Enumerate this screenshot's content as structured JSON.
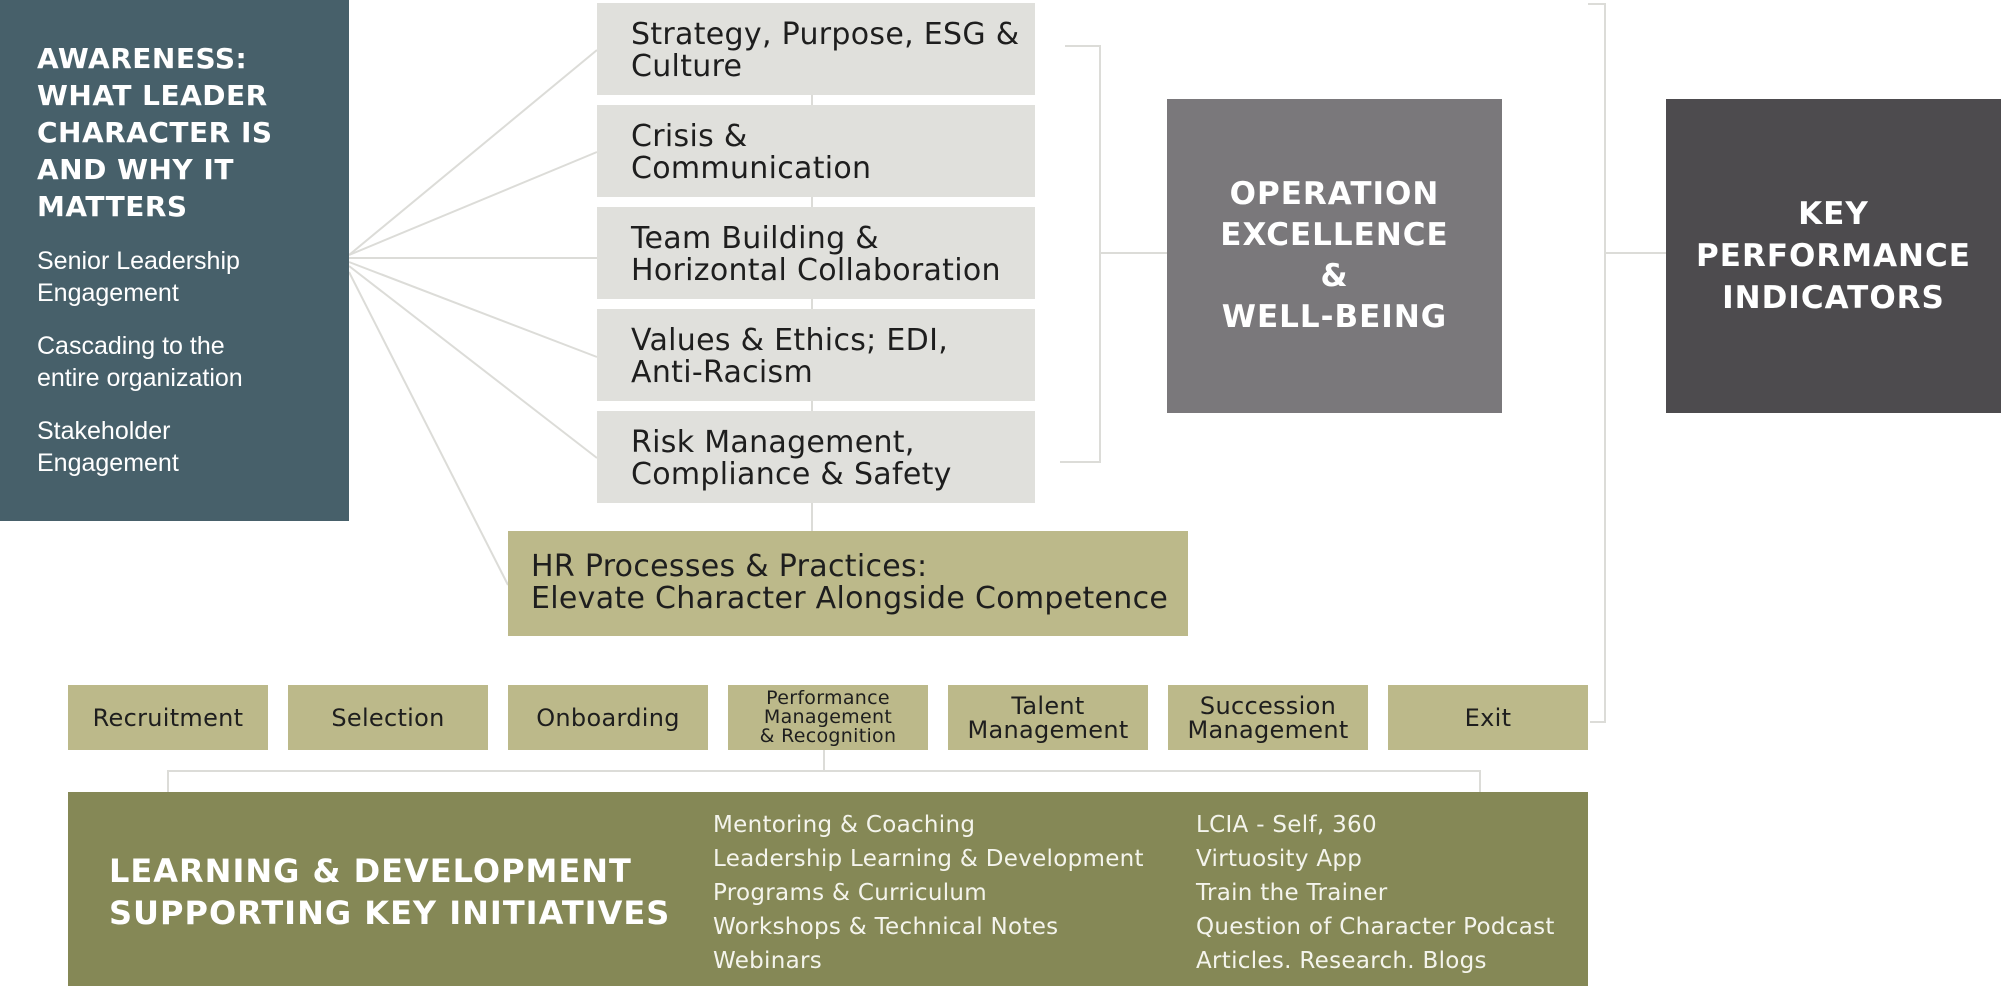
{
  "awareness": {
    "title_lines": [
      "AWARENESS:",
      "WHAT LEADER",
      "CHARACTER IS",
      "AND WHY IT",
      "MATTERS"
    ],
    "items": [
      [
        "Senior Leadership",
        "Engagement"
      ],
      [
        "Cascading to the",
        "entire organization"
      ],
      [
        "Stakeholder",
        "Engagement"
      ]
    ]
  },
  "topics": [
    [
      "Strategy, Purpose, ESG &",
      "Culture"
    ],
    [
      "Crisis &",
      "Communication"
    ],
    [
      "Team Building &",
      "Horizontal Collaboration"
    ],
    [
      "Values & Ethics; EDI,",
      "Anti-Racism"
    ],
    [
      "Risk Management,",
      "Compliance & Safety"
    ]
  ],
  "hr": {
    "lines": [
      "HR Processes & Practices:",
      "Elevate Character Alongside Competence"
    ]
  },
  "operation": {
    "lines": [
      "OPERATION",
      "EXCELLENCE",
      "&",
      "WELL-BEING"
    ]
  },
  "kpi": {
    "lines": [
      "KEY",
      "PERFORMANCE",
      "INDICATORS"
    ]
  },
  "processes": [
    [
      "Recruitment"
    ],
    [
      "Selection"
    ],
    [
      "Onboarding"
    ],
    [
      "Performance",
      "Management",
      "& Recognition"
    ],
    [
      "Talent",
      "Management"
    ],
    [
      "Succession",
      "Management"
    ],
    [
      "Exit"
    ]
  ],
  "learning": {
    "title_lines": [
      "LEARNING & DEVELOPMENT",
      "SUPPORTING KEY INITIATIVES"
    ],
    "col1": [
      "Mentoring & Coaching",
      "Leadership Learning & Development",
      "Programs & Curriculum",
      "Workshops & Technical Notes",
      "Webinars"
    ],
    "col2": [
      "LCIA - Self, 360",
      "Virtuosity App",
      "Train the Trainer",
      "Question of Character Podcast",
      "Articles. Research. Blogs"
    ]
  }
}
